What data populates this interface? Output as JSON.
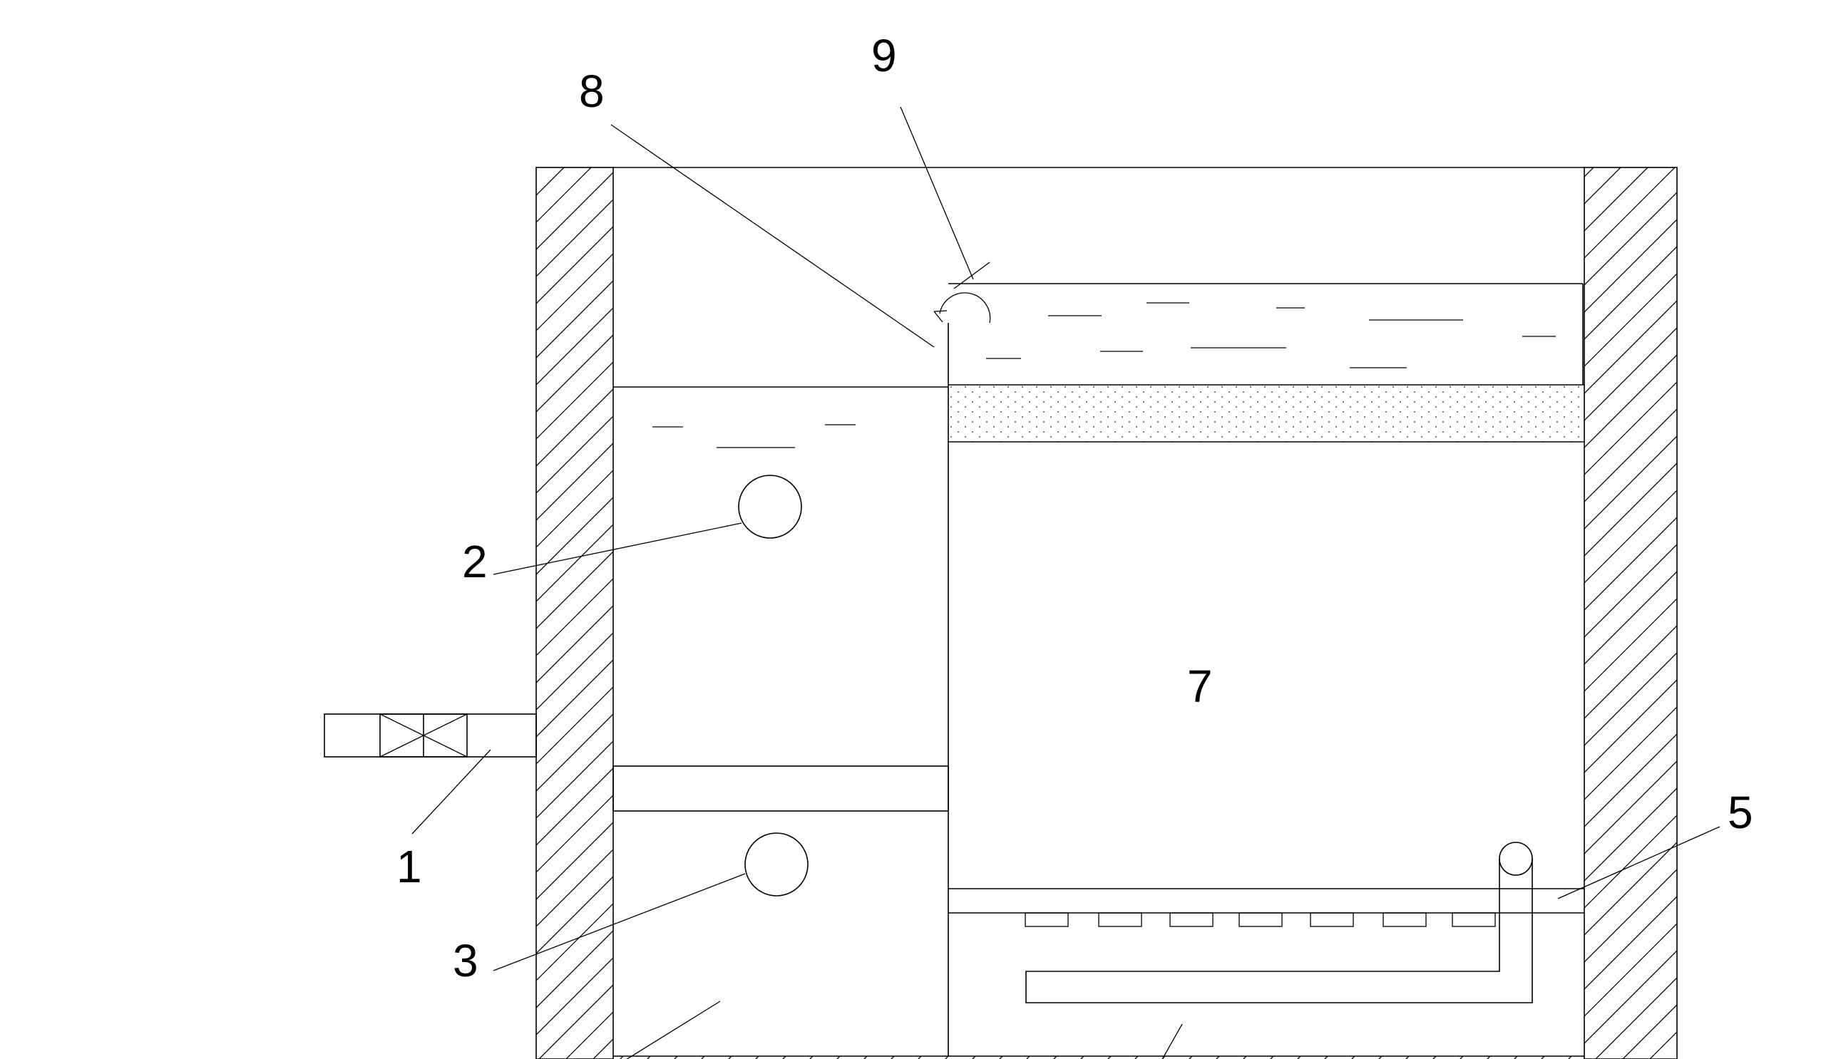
{
  "labels": {
    "l1": "1",
    "l2": "2",
    "l3": "3",
    "l5": "5",
    "l7": "7",
    "l8": "8",
    "l9": "9"
  },
  "colors": {
    "line": "#000000",
    "background": "#ffffff"
  }
}
